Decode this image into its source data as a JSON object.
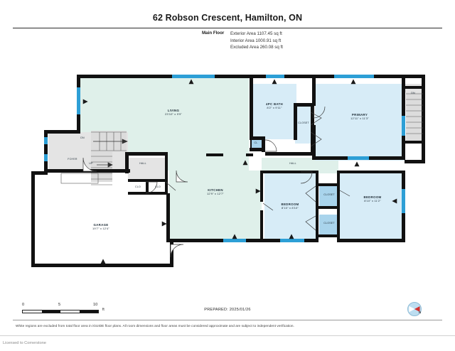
{
  "header": {
    "title": "62 Robson Crescent, Hamilton, ON",
    "floor_label": "Main Floor",
    "areas": [
      "Exterior Area 1107.45 sq ft",
      "Interior Area 1000.91 sq ft",
      "Excluded Area 260.08 sq ft"
    ]
  },
  "plan": {
    "rooms": [
      {
        "name": "LIVING",
        "dim": "23'10\" x 9'9\""
      },
      {
        "name": "4PC BATH",
        "dim": "8'2\" x 9'11\""
      },
      {
        "name": "PRIMARY",
        "dim": "12'11\" x 11'3\""
      },
      {
        "name": "KITCHEN",
        "dim": "12'9\" x 12'7\""
      },
      {
        "name": "BEDROOM",
        "dim": "8'10\" x 8'10\""
      },
      {
        "name": "BEDROOM",
        "dim": "8'10\" x 11'2\""
      },
      {
        "name": "GARAGE",
        "dim": "19'7\" x 12'4\""
      }
    ],
    "labels": {
      "foyer": "FOYER",
      "hall_left": "HALL",
      "hall_right": "HALL",
      "closet_bath": "CLOSET",
      "closet_bed_a": "CLOSET",
      "closet_bed_b": "CLOSET",
      "cl": "CL",
      "clo_left": "CLO",
      "clo_right": "CLO",
      "dn_foyer": "DN",
      "up_foyer": "UP",
      "dn_right": "DN"
    }
  },
  "footer": {
    "scale_ticks": [
      "0",
      "5",
      "10"
    ],
    "scale_unit": "ft",
    "prepared": "PREPARED: 2025/01/26",
    "disclaimer": "White regions are excluded from total floor area in iGUIDE floor plans. All room dimensions and floor areas must be considered approximate and are subject to independent verification.",
    "licensed": "Licensed to Cornerstone",
    "compass_label": "N"
  },
  "colors": {
    "wall": "#111111",
    "window": "#2d9fd6",
    "fill_green": "#dff0ea",
    "fill_blue": "#d7ecf7",
    "fill_gray": "#e4e4e4",
    "fill_closet": "#a9d4ec"
  }
}
